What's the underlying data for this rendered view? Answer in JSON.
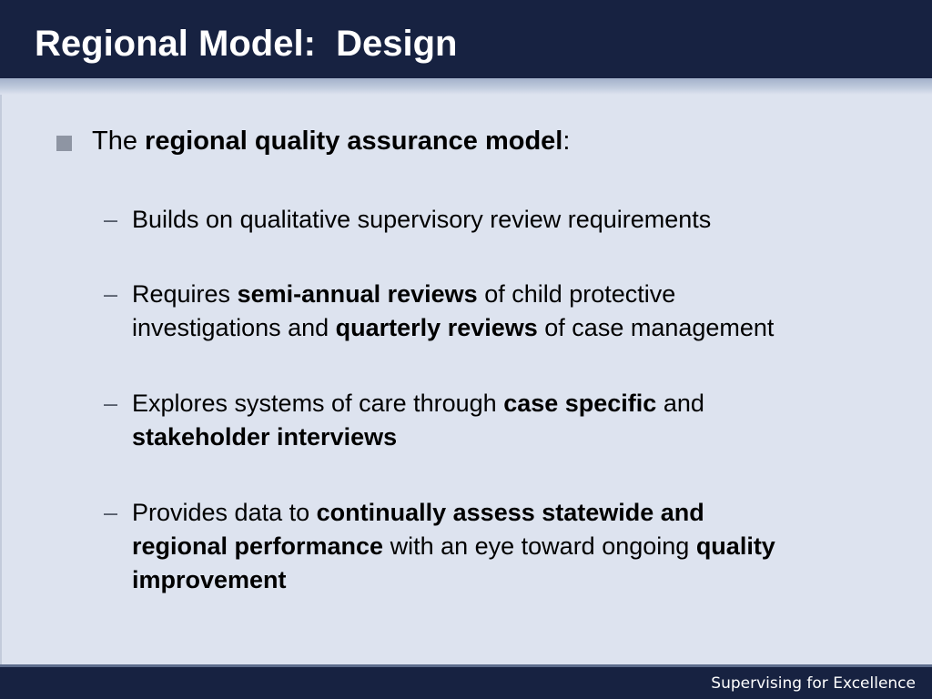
{
  "slide": {
    "title": "Regional Model:  Design",
    "main_bullet": {
      "prefix": "The ",
      "bold": "regional quality assurance model",
      "suffix": ":"
    },
    "sub_bullets": [
      {
        "dash": "–",
        "lines": [
          [
            {
              "text": "Builds on qualitative supervisory review requirements",
              "bold": false
            }
          ]
        ]
      },
      {
        "dash": "–",
        "lines": [
          [
            {
              "text": "Requires ",
              "bold": false
            },
            {
              "text": "semi-annual reviews",
              "bold": true
            },
            {
              "text": " of child protective",
              "bold": false
            }
          ],
          [
            {
              "text": "investigations and ",
              "bold": false
            },
            {
              "text": "quarterly reviews",
              "bold": true
            },
            {
              "text": " of case management",
              "bold": false
            }
          ]
        ]
      },
      {
        "dash": "–",
        "lines": [
          [
            {
              "text": "Explores systems of care through ",
              "bold": false
            },
            {
              "text": "case specific",
              "bold": true
            },
            {
              "text": " and",
              "bold": false
            }
          ],
          [
            {
              "text": "stakeholder interviews",
              "bold": true
            }
          ]
        ]
      },
      {
        "dash": "–",
        "lines": [
          [
            {
              "text": "Provides data to ",
              "bold": false
            },
            {
              "text": "continually assess statewide and",
              "bold": true
            }
          ],
          [
            {
              "text": "regional performance",
              "bold": true
            },
            {
              "text": " with an eye toward ongoing ",
              "bold": false
            },
            {
              "text": "quality",
              "bold": true
            }
          ],
          [
            {
              "text": "improvement",
              "bold": true
            }
          ]
        ]
      }
    ],
    "footer": "Supervising for Excellence"
  },
  "colors": {
    "header_bg": "#172241",
    "body_bg": "#dde3ef",
    "stripe": "#a3b1ca",
    "bullet_square": "#8e95a3",
    "text": "#000000",
    "title_text": "#ffffff"
  }
}
